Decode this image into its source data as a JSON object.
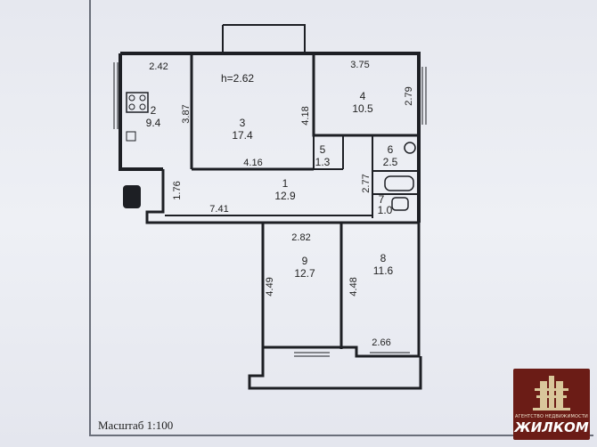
{
  "plan": {
    "ceiling_height": "h=2.62",
    "rooms": [
      {
        "id": "2",
        "area": "9.4"
      },
      {
        "id": "3",
        "area": "17.4"
      },
      {
        "id": "4",
        "area": "10.5"
      },
      {
        "id": "5",
        "area": "1.3"
      },
      {
        "id": "6",
        "area": "2.5"
      },
      {
        "id": "1",
        "area": "12.9"
      },
      {
        "id": "7",
        "area": "1.0"
      },
      {
        "id": "9",
        "area": "12.7"
      },
      {
        "id": "8",
        "area": "11.6"
      }
    ],
    "dimensions": [
      "2.42",
      "3.87",
      "4.18",
      "3.75",
      "2.79",
      "4.16",
      "1.76",
      "7.41",
      "2.77",
      "2.82",
      "4.49",
      "4.48",
      "2.66"
    ]
  },
  "footer": {
    "scale_label": "Масштаб 1:100"
  },
  "logo": {
    "tagline": "АГЕНТСТВО НЕДВИЖИМОСТИ",
    "name": "ЖИЛКОМ"
  }
}
